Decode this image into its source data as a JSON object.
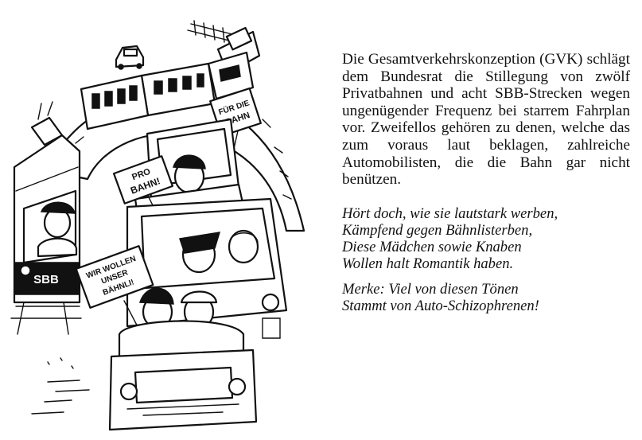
{
  "cartoon": {
    "signs": {
      "fuer_die_bahn": [
        "FÜR DIE",
        "BAHN"
      ],
      "pro_bahn": [
        "PRO",
        "BAHN!"
      ],
      "wir_wollen": [
        "WIR WOLLEN",
        "UNSER",
        "BÄHNLI!"
      ]
    },
    "locomotive_label": "SBB"
  },
  "article": {
    "paragraph": "Die Gesamtverkehrskonzeption (GVK) schlägt dem Bundesrat die Stillegung von zwölf Privatbahnen und acht SBB-Strecken wegen ungenügender Frequenz bei starrem Fahrplan vor. Zweifellos gehören zu denen, welche das zum voraus laut beklagen, zahlreiche Automobilisten, die die Bahn gar nicht benützen.",
    "poem": [
      "Hört doch, wie sie lautstark werben,",
      "Kämpfend gegen Bähnlisterben,",
      "Diese Mädchen sowie Knaben",
      "Wollen halt Romantik haben."
    ],
    "epilogue": [
      "Merke: Viel von diesen Tönen",
      "Stammt von Auto-Schizophrenen!"
    ]
  }
}
